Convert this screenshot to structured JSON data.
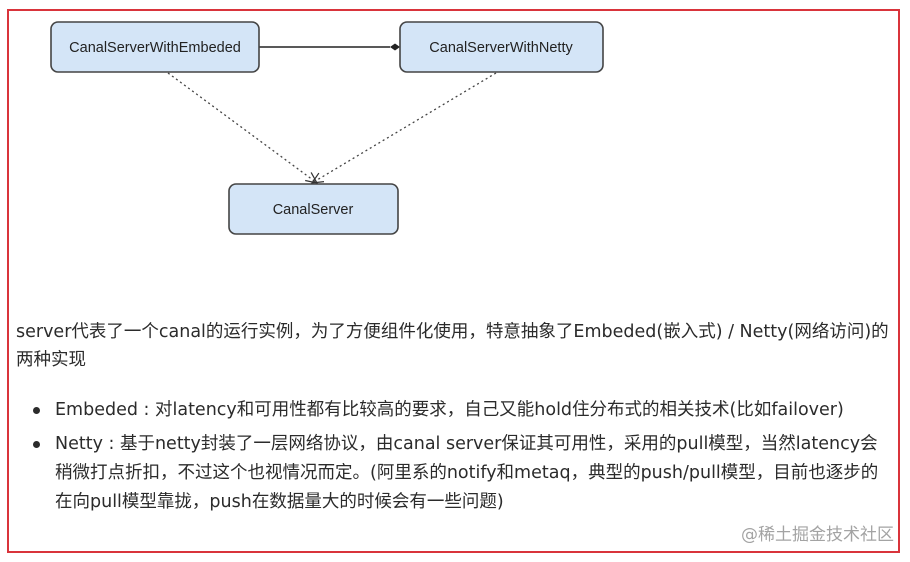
{
  "diagram": {
    "nodes": {
      "embeded": "CanalServerWithEmbeded",
      "netty": "CanalServerWithNetty",
      "server": "CanalServer"
    },
    "colors": {
      "node_fill": "#d4e5f7",
      "node_stroke": "#444444",
      "frame_border": "#d9343b"
    }
  },
  "description": "server代表了一个canal的运行实例，为了方便组件化使用，特意抽象了Embeded(嵌入式) / Netty(网络访问)的两种实现",
  "points": [
    "Embeded : 对latency和可用性都有比较高的要求，自己又能hold住分布式的相关技术(比如failover)",
    "Netty : 基于netty封装了一层网络协议，由canal server保证其可用性，采用的pull模型，当然latency会稍微打点折扣，不过这个也视情况而定。(阿里系的notify和metaq，典型的push/pull模型，目前也逐步的在向pull模型靠拢，push在数据量大的时候会有一些问题)"
  ],
  "watermark": "@稀土掘金技术社区"
}
